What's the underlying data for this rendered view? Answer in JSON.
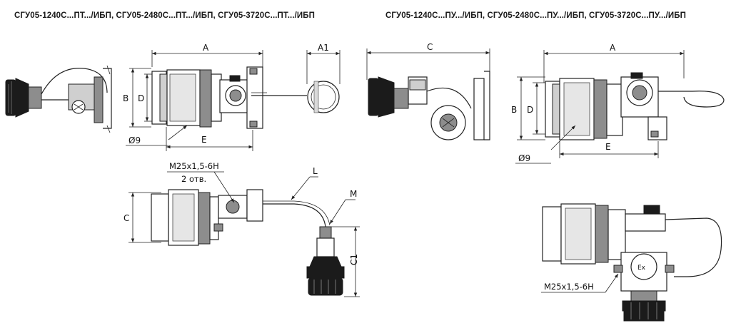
{
  "titles": {
    "left": "СГУ05-1240С...ПТ.../ИБП, СГУ05-2480С...ПТ.../ИБП, СГУ05-3720С...ПТ.../ИБП",
    "right": "СГУ05-1240С...ПУ.../ИБП, СГУ05-2480С...ПУ.../ИБП, СГУ05-3720С...ПУ.../ИБП"
  },
  "dimensions": {
    "A": "A",
    "A1": "A1",
    "B": "B",
    "D": "D",
    "E": "E",
    "C": "C",
    "C1": "C1",
    "L": "L",
    "M": "M",
    "hole": "Ø9"
  },
  "callouts": {
    "thread_left": "M25x1,5-6H",
    "holes_count": "2 отв.",
    "thread_right": "M25x1,5-6H"
  }
}
